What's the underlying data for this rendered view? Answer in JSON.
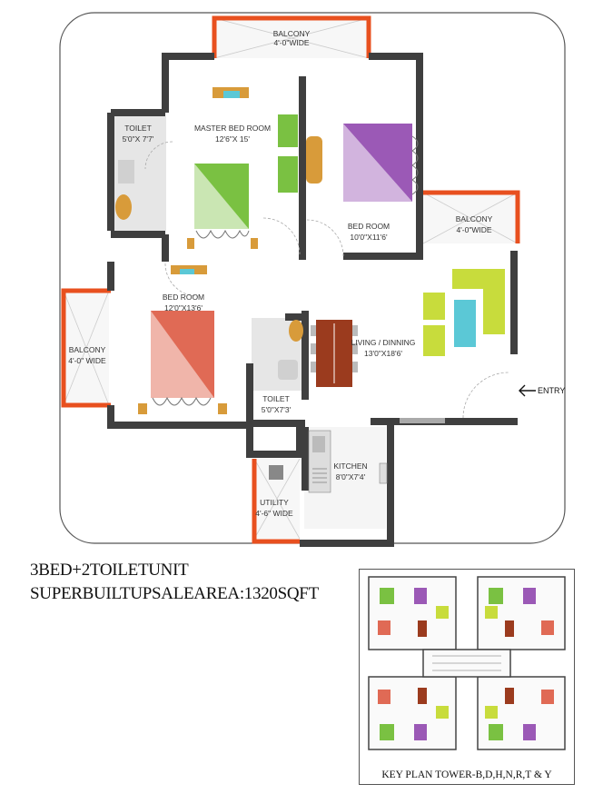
{
  "rooms": {
    "balcony_top": {
      "name": "BALCONY",
      "size": "4'-0\"WIDE"
    },
    "master_bed": {
      "name": "MASTER BED ROOM",
      "size": "12'6\"X 15'"
    },
    "toilet_left": {
      "name": "TOILET",
      "size": "5'0\"X 7'7'"
    },
    "bed_right": {
      "name": "BED ROOM",
      "size": "10'0\"X11'6'"
    },
    "balcony_right": {
      "name": "BALCONY",
      "size": "4'-0\"WIDE"
    },
    "bed_left": {
      "name": "BED ROOM",
      "size": "12'0\"X13'6'"
    },
    "balcony_left": {
      "name": "BALCONY",
      "size": "4'-0\" WIDE"
    },
    "living": {
      "name": "LIVING / DINNING",
      "size": "13'0\"X18'6'"
    },
    "toilet_center": {
      "name": "TOILET",
      "size": "5'0\"X7'3'"
    },
    "kitchen": {
      "name": "KITCHEN",
      "size": "8'0\"X7'4'"
    },
    "utility": {
      "name": "UTILITY",
      "size": "4'-6\" WIDE"
    }
  },
  "entry_label": "ENTRY",
  "unit_type": "3BED+2TOILETUNIT",
  "area": "SUPERBUILTUPSALEAREA:1320SQFT",
  "key_plan_title": "KEY PLAN TOWER-B,D,H,N,R,T & Y",
  "colors": {
    "wall": "#3f3f3f",
    "balcony_wall": "#e8501f",
    "green_bed": "#7ac142",
    "purple_bed": "#9b59b6",
    "red_bed": "#e06a55",
    "lime_sofa": "#c8dc3c",
    "dining_table": "#9b3b1e",
    "cyan_table": "#5bc8d6",
    "wardrobe": "#d89b3a"
  }
}
